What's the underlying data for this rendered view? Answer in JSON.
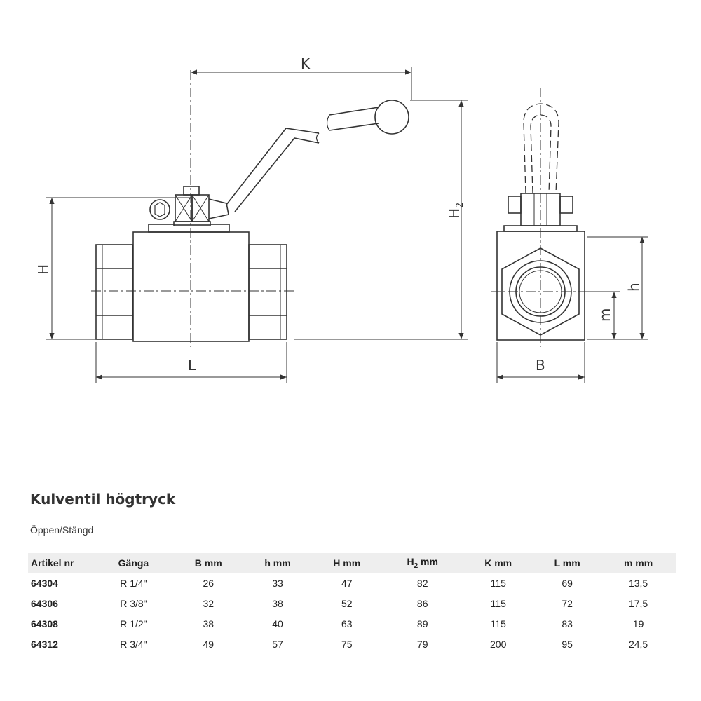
{
  "drawing": {
    "labels": {
      "K": "K",
      "H2_main": "H",
      "H2_sub": "2",
      "H": "H",
      "L": "L",
      "B": "B",
      "h": "h",
      "m": "m"
    },
    "line_color": "#333333"
  },
  "product": {
    "title": "Kulventil högtryck",
    "subtitle": "Öppen/Stängd"
  },
  "table": {
    "headers": [
      "Artikel nr",
      "Gänga",
      "B mm",
      "h mm",
      "H mm",
      "H2 mm",
      "K mm",
      "L mm",
      "m mm"
    ],
    "header_h2_main": "H",
    "header_h2_sub": "2",
    "header_h2_unit": " mm",
    "rows": [
      [
        "64304",
        "R 1/4\"",
        "26",
        "33",
        "47",
        "82",
        "115",
        "69",
        "13,5"
      ],
      [
        "64306",
        "R 3/8\"",
        "32",
        "38",
        "52",
        "86",
        "115",
        "72",
        "17,5"
      ],
      [
        "64308",
        "R 1/2\"",
        "38",
        "40",
        "63",
        "89",
        "115",
        "83",
        "19"
      ],
      [
        "64312",
        "R 3/4\"",
        "49",
        "57",
        "75",
        "79",
        "200",
        "95",
        "24,5"
      ]
    ],
    "header_bg": "#eeeeee"
  }
}
